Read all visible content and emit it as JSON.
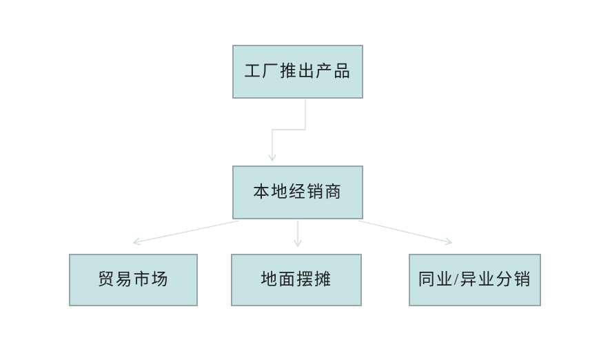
{
  "diagram": {
    "type": "flowchart",
    "direction": "top-down",
    "colors": {
      "node_fill": "#c8e3e4",
      "node_border": "#95a5a8",
      "connector": "#cfe0d9",
      "text": "#1d1d1d",
      "background": "#ffffff"
    },
    "nodes": [
      {
        "id": "factory-product",
        "label": "工厂推出产品"
      },
      {
        "id": "local-distributor",
        "label": "本地经销商"
      },
      {
        "id": "trade-market",
        "label": "贸易市场"
      },
      {
        "id": "street-stall",
        "label": "地面摆摊"
      },
      {
        "id": "cross-industry-distribution",
        "label": "同业/异业分销"
      }
    ],
    "edges": [
      {
        "from": "factory-product",
        "to": "local-distributor",
        "style": "elbow-arrow"
      },
      {
        "from": "local-distributor",
        "to": "trade-market",
        "style": "straight-arrow"
      },
      {
        "from": "local-distributor",
        "to": "street-stall",
        "style": "straight-arrow"
      },
      {
        "from": "local-distributor",
        "to": "cross-industry-distribution",
        "style": "straight-arrow"
      }
    ]
  }
}
